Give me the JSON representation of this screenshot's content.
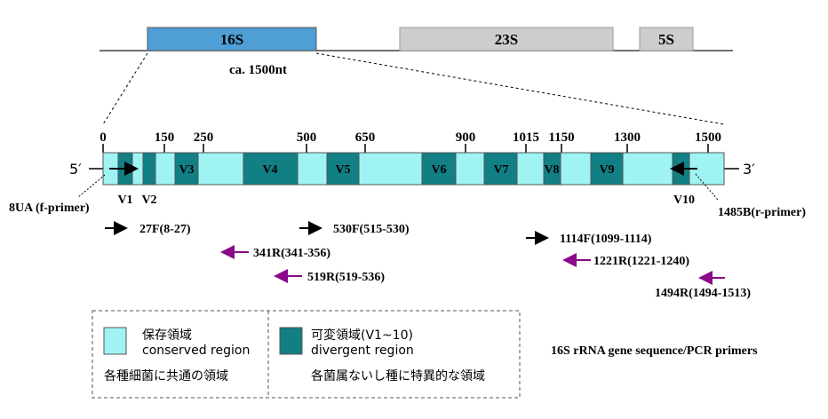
{
  "operon": {
    "genes": [
      "16S",
      "23S",
      "5S"
    ],
    "length_note": "ca. 1500nt"
  },
  "colors": {
    "conserved": "#9ff3f3",
    "divergent": "#127f84",
    "s16": "#4f9fd6",
    "gray": "#cdcdcd",
    "reverse_primer": "#8a0a8a",
    "outline": "#555555"
  },
  "ticks": [
    "0",
    "150",
    "250",
    "500",
    "650",
    "900",
    "1015",
    "1150",
    "1300",
    "1500"
  ],
  "ends": {
    "five": "5′",
    "three": "3′"
  },
  "regions": [
    "V1",
    "V2",
    "V3",
    "V4",
    "V5",
    "V6",
    "V7",
    "V8",
    "V9",
    "V10"
  ],
  "primers": {
    "f_main": "8UA (f-primer)",
    "r_main": "1485B(r-primer)",
    "list": [
      "27F(8-27)",
      "530F(515-530)",
      "341R(341-356)",
      "519R(519-536)",
      "1114F(1099-1114)",
      "1221R(1221-1240)",
      "1494R(1494-1513)"
    ]
  },
  "legend": {
    "conserved_jp": "保存領域",
    "conserved_en": "conserved region",
    "conserved_desc": "各種細菌に共通の領域",
    "divergent_jp": "可変領域(V1~10)",
    "divergent_en": "divergent region",
    "divergent_desc": "各菌属ないし種に特異的な領域"
  },
  "caption": "16S rRNA gene sequence/PCR primers"
}
